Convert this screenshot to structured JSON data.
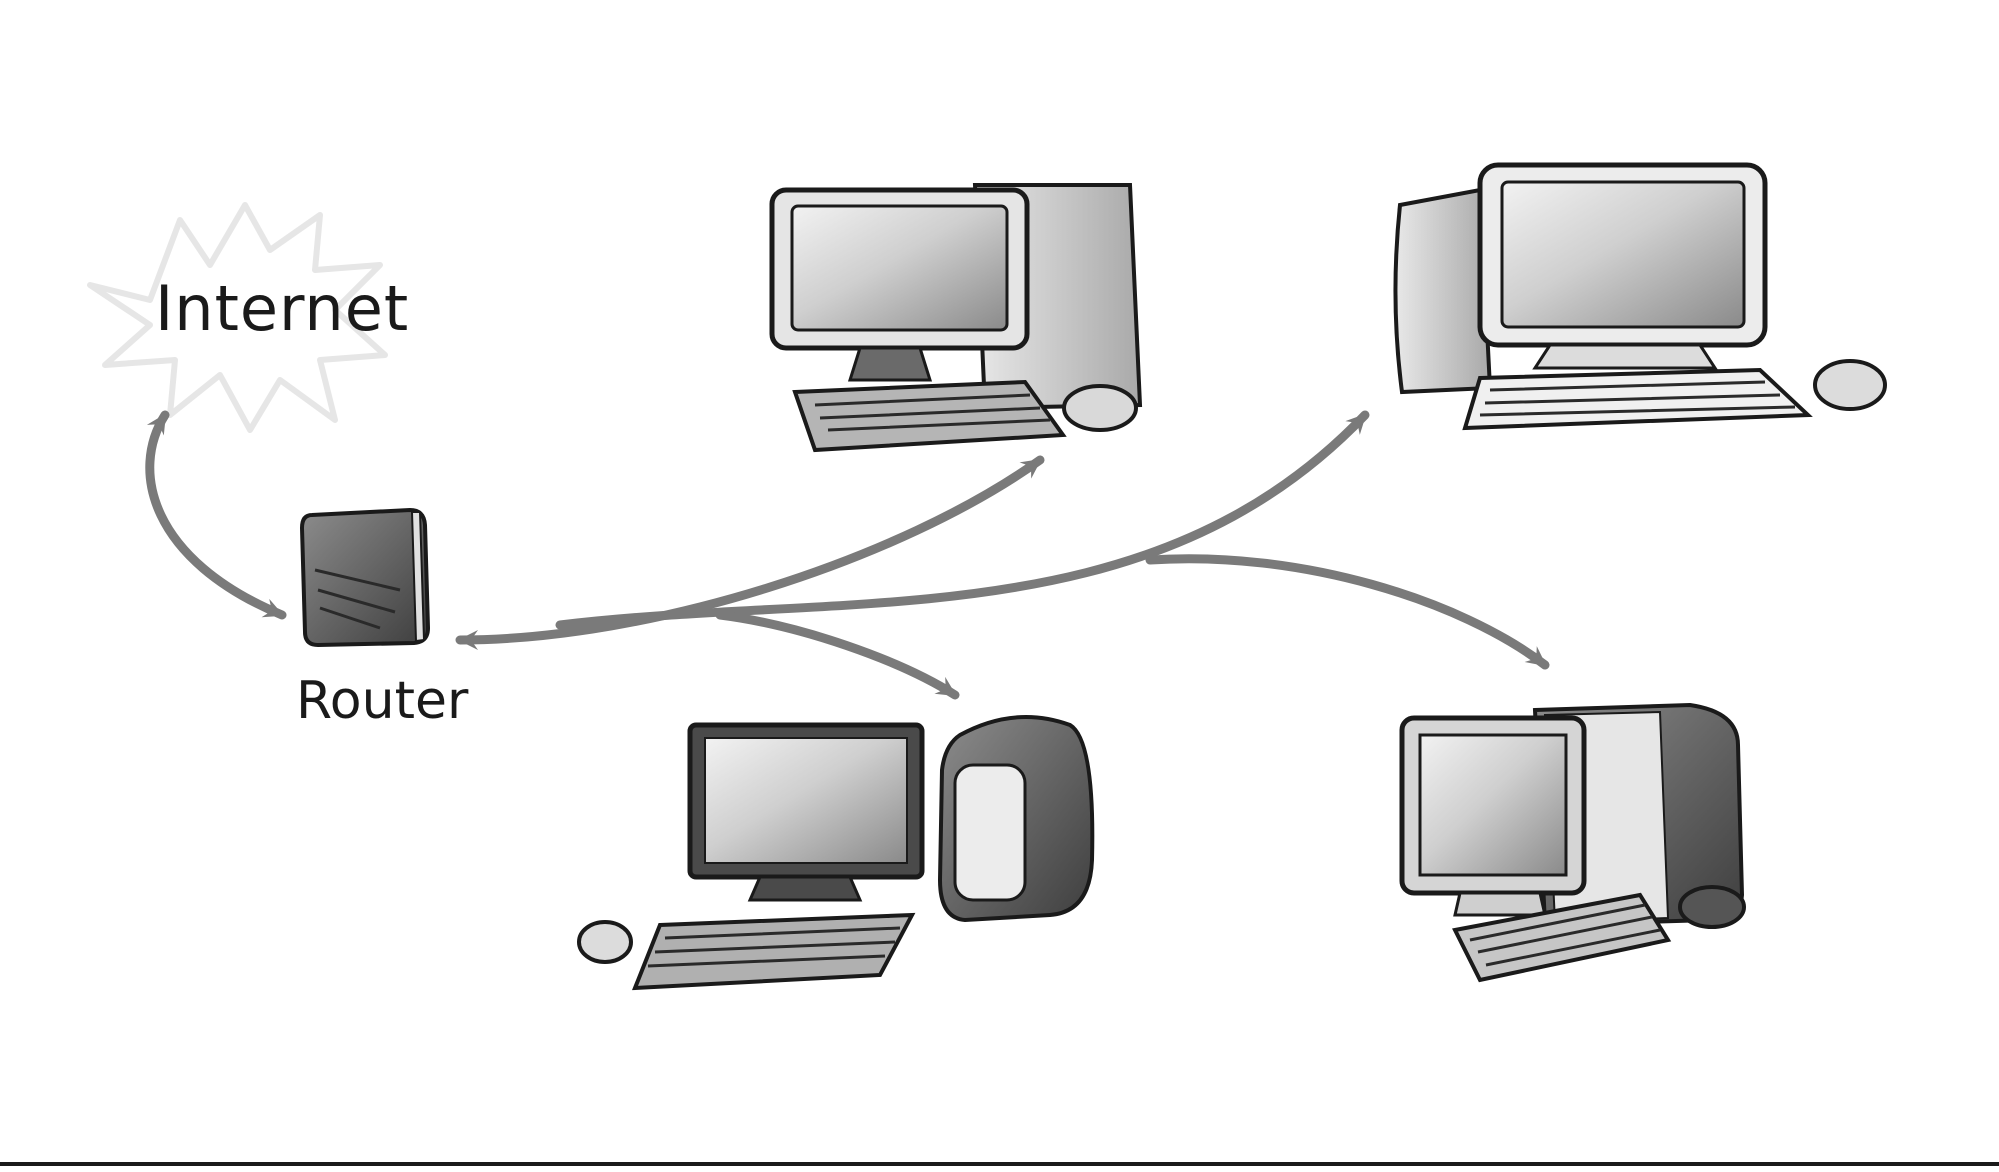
{
  "labels": {
    "internet": "Internet",
    "router": "Router"
  },
  "nodes": [
    {
      "id": "internet",
      "kind": "cloud-burst"
    },
    {
      "id": "router",
      "kind": "router-box"
    },
    {
      "id": "pc-top-center",
      "kind": "tower-desktop"
    },
    {
      "id": "pc-top-right",
      "kind": "all-in-one-desktop"
    },
    {
      "id": "pc-bottom-center",
      "kind": "cube-desktop"
    },
    {
      "id": "pc-bottom-right",
      "kind": "compact-desktop"
    }
  ],
  "connections": [
    {
      "from": "internet",
      "to": "router",
      "direction": "bidirectional"
    },
    {
      "from": "router",
      "to": "pc-top-center",
      "direction": "bidirectional"
    },
    {
      "from": "router",
      "to": "pc-top-right",
      "direction": "bidirectional"
    },
    {
      "from": "router",
      "to": "pc-bottom-center",
      "direction": "bidirectional"
    },
    {
      "from": "router",
      "to": "pc-bottom-right",
      "direction": "bidirectional"
    }
  ],
  "colors": {
    "ink": "#1a1a1a",
    "arrow": "#7a7a7a",
    "screen_light": "#d8d8d8",
    "screen_dark": "#6e6e6e",
    "body_mid": "#bdbdbd",
    "body_dark": "#555555",
    "burst": "#e6e6e6"
  }
}
